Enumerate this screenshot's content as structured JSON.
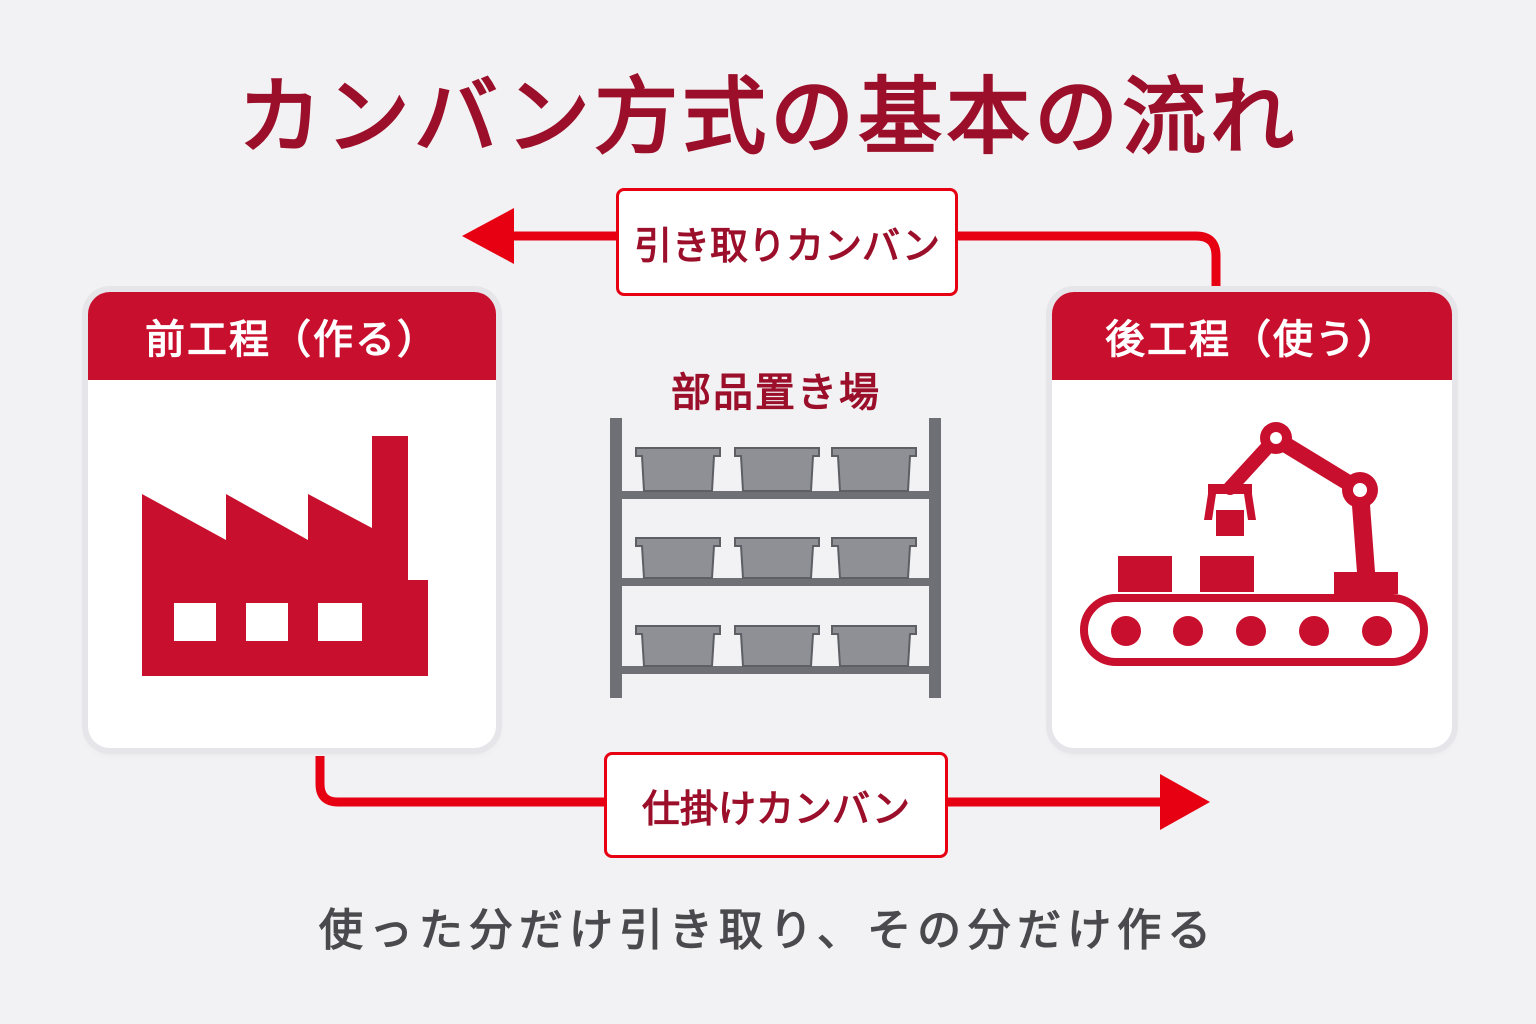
{
  "title": "カンバン方式の基本の流れ",
  "upstream": {
    "label": "前工程（作る）",
    "icon": "factory-icon"
  },
  "downstream": {
    "label": "後工程（使う）",
    "icon": "robot-arm-conveyor-icon"
  },
  "storage": {
    "label": "部品置き場",
    "icon": "shelf-with-bins-icon"
  },
  "withdrawal_kanban": {
    "label": "引き取りカンバン",
    "direction": "downstream-to-upstream"
  },
  "production_kanban": {
    "label": "仕掛けカンバン",
    "direction": "upstream-to-downstream"
  },
  "caption": "使った分だけ引き取り、その分だけ作る",
  "colors": {
    "accent_red": "#e60012",
    "header_red": "#c8102e",
    "title_dark_red": "#9b0f2a",
    "shelf_gray": "#6e7076",
    "bin_gray": "#8e9096",
    "background": "#f2f2f4"
  }
}
